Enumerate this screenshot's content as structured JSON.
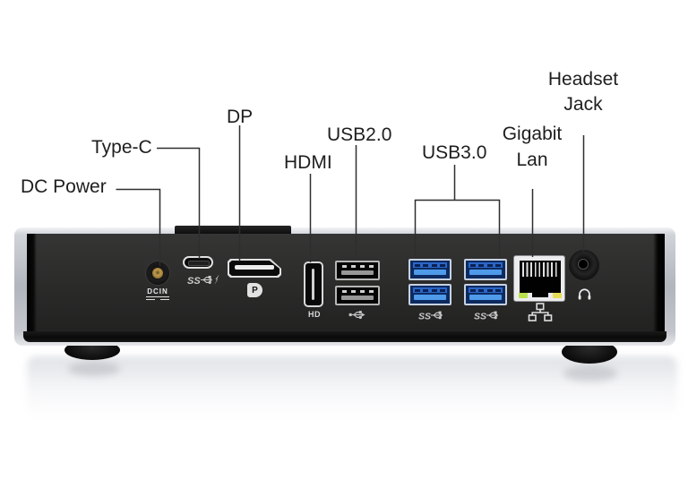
{
  "callouts": {
    "dc_power": {
      "label": "DC Power"
    },
    "type_c": {
      "label": "Type-C"
    },
    "dp": {
      "label": "DP"
    },
    "hdmi": {
      "label": "HDMI"
    },
    "usb20": {
      "label": "USB2.0"
    },
    "usb30": {
      "label": "USB3.0"
    },
    "gigabit_lan": {
      "line1": "Gigabit",
      "line2": "Lan"
    },
    "headset": {
      "line1": "Headset",
      "line2": "Jack"
    }
  },
  "panel_labels": {
    "dcin": "DCIN",
    "superspeed": "SS",
    "hdmi_logo": "HD",
    "dp_logo": "P"
  },
  "icons": {
    "superspeed-usb-icon": "SS letters with trident arrow",
    "superspeed-power-icon": "SS letters with trident arrow and lightning bolt",
    "usb-trident-icon": "USB trident arrow",
    "ethernet-icon": "three networked squares",
    "headphone-icon": "headphone arc with ear pads",
    "displayport-logo-icon": "white D with P knockout",
    "hdmi-logo-icon": "HD block letters"
  },
  "colors": {
    "label_text": "#1e1e1e",
    "callout_line": "#2e2e2e",
    "usb3_blue": "#2a66c6",
    "usb3_tongue": "#4f9ae9",
    "led_green": "#b9e14e",
    "led_yellow": "#e6dd55",
    "dc_pin_gold": "#c29a4a",
    "device_silver": "#b1b5bd",
    "device_face": "#2d2d2c"
  }
}
